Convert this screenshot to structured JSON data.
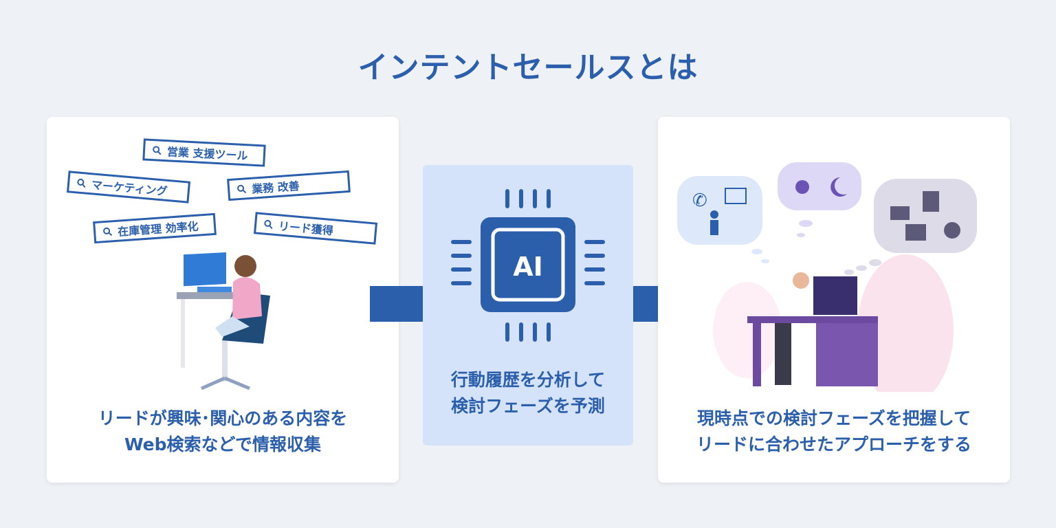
{
  "title": "インテントセールスとは",
  "left": {
    "searches": [
      "営業 支援ツール",
      "マーケティング",
      "業務 改善",
      "在庫管理 効率化",
      "リード獲得"
    ],
    "caption_line1": "リードが興味･関心のある内容を",
    "caption_line2": "Web検索などで情報収集"
  },
  "middle": {
    "chip_label": "AI",
    "caption_line1": "行動履歴を分析して",
    "caption_line2": "検討フェーズを予測"
  },
  "right": {
    "caption_line1": "現時点での検討フェーズを把握して",
    "caption_line2": "リードに合わせたアプローチをする"
  },
  "colors": {
    "brand": "#2b5fac",
    "panel": "#d5e3fa",
    "background": "#eef1f6"
  }
}
